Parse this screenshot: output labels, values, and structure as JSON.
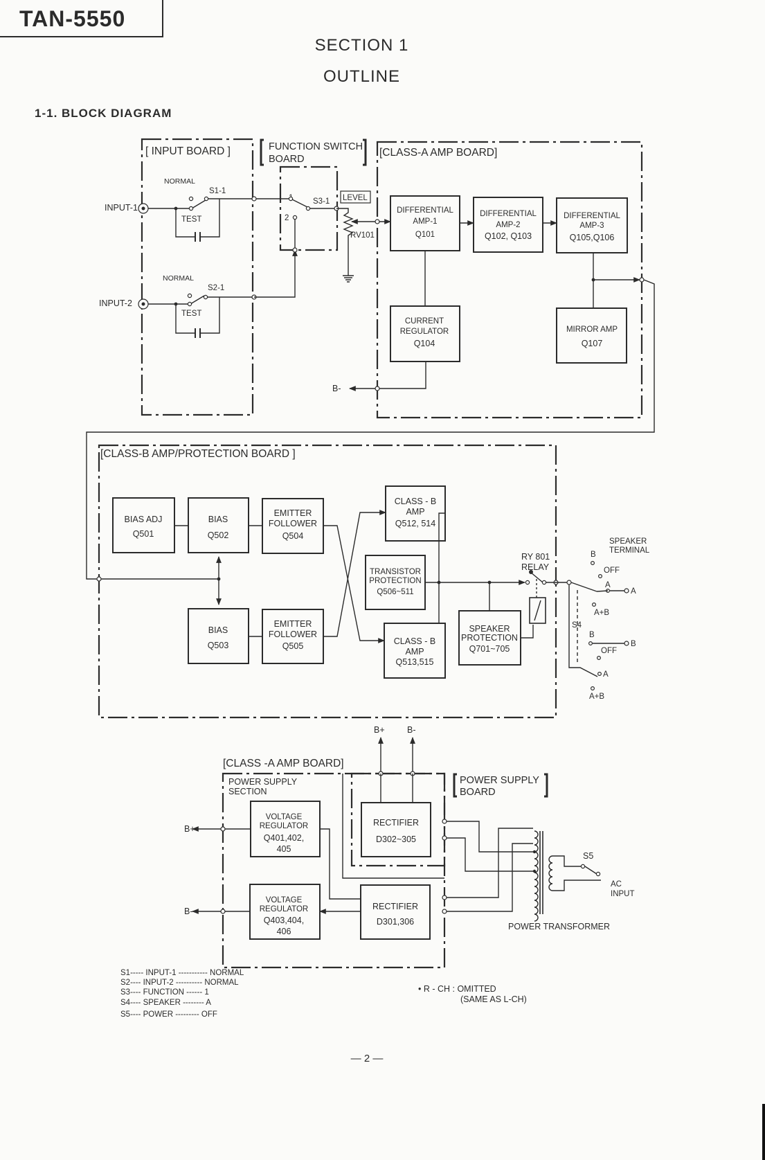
{
  "header": {
    "model": "TAN-5550",
    "section": "SECTION 1",
    "outline": "OUTLINE",
    "subsection": "1-1.  BLOCK DIAGRAM"
  },
  "boards": {
    "input_board": "[ INPUT BOARD ]",
    "function_switch_board": [
      "FUNCTION SWITCH",
      "BOARD"
    ],
    "class_a_amp_board": "[CLASS-A AMP BOARD]",
    "class_b_board": "[CLASS-B AMP/PROTECTION BOARD ]",
    "class_a_amp_board_2": "[CLASS -A AMP BOARD]",
    "power_supply_section": [
      "POWER SUPPLY",
      "SECTION"
    ],
    "power_supply_board": [
      "POWER SUPPLY",
      "BOARD"
    ]
  },
  "blocks": {
    "diff_amp_1": [
      "DIFFERENTIAL",
      "AMP-1",
      "Q101"
    ],
    "diff_amp_2": [
      "DIFFERENTIAL",
      "AMP-2",
      "Q102, Q103"
    ],
    "diff_amp_3": [
      "DIFFERENTIAL",
      "AMP-3",
      "Q105,Q106"
    ],
    "current_regulator": [
      "CURRENT",
      "REGULATOR",
      "Q104"
    ],
    "mirror_amp": [
      "MIRROR AMP",
      "Q107"
    ],
    "bias_adj": [
      "BIAS ADJ",
      "Q501"
    ],
    "bias_q502": [
      "BIAS",
      "Q502"
    ],
    "emitter_follower_q504": [
      "EMITTER",
      "FOLLOWER",
      "Q504"
    ],
    "bias_q503": [
      "BIAS",
      "Q503"
    ],
    "emitter_follower_q505": [
      "EMITTER",
      "FOLLOWER",
      "Q505"
    ],
    "class_b_amp_q512": [
      "CLASS - B",
      "AMP",
      "Q512, 514"
    ],
    "transistor_protection": [
      "TRANSISTOR",
      "PROTECTION",
      "Q506~511"
    ],
    "class_b_amp_q513": [
      "CLASS - B",
      "AMP",
      "Q513,515"
    ],
    "speaker_protection": [
      "SPEAKER",
      "PROTECTION",
      "Q701~705"
    ],
    "voltage_regulator_1": [
      "VOLTAGE",
      "REGULATOR",
      "Q401,402,",
      "405"
    ],
    "voltage_regulator_2": [
      "VOLTAGE",
      "REGULATOR",
      "Q403,404,",
      "406"
    ],
    "rectifier_1": [
      "RECTIFIER",
      "D302~305"
    ],
    "rectifier_2": [
      "RECTIFIER",
      "D301,306"
    ]
  },
  "labels": {
    "input_1": "INPUT-1",
    "input_2": "INPUT-2",
    "normal": "NORMAL",
    "test": "TEST",
    "s1_1": "S1-1",
    "s2_1": "S2-1",
    "s3_1": "S3-1",
    "level": "LEVEL",
    "rv101": "RV101",
    "pos_1": "1",
    "pos_2": "2",
    "b_minus": "B-",
    "b_plus": "B+",
    "relay": [
      "RY 801",
      "RELAY"
    ],
    "speaker_terminal": [
      "SPEAKER",
      "TERMINAL"
    ],
    "sw_b": "B",
    "sw_off": "OFF",
    "sw_a": "A",
    "sw_ab": "A+B",
    "s4": "S4",
    "s5": "S5",
    "ac_input": [
      "AC",
      "INPUT"
    ],
    "power_transformer": "POWER TRANSFORMER"
  },
  "legend": [
    "S1----- INPUT-1 ----------- NORMAL",
    "S2---- INPUT-2 ---------- NORMAL",
    "S3---- FUNCTION ------ 1",
    "S4---- SPEAKER -------- A",
    "S5---- POWER --------- OFF"
  ],
  "note": [
    "• R - CH : OMITTED",
    "(SAME AS L-CH)"
  ],
  "page_number": "— 2 —"
}
